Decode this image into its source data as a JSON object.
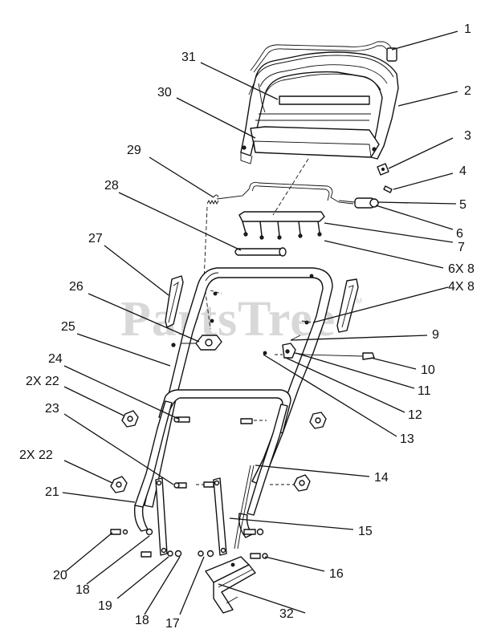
{
  "watermark": {
    "text": "PartsTree",
    "trademark": "TM"
  },
  "callouts": [
    {
      "id": "c1",
      "label": "1"
    },
    {
      "id": "c2",
      "label": "2"
    },
    {
      "id": "c3",
      "label": "3"
    },
    {
      "id": "c4",
      "label": "4"
    },
    {
      "id": "c5",
      "label": "5"
    },
    {
      "id": "c6",
      "label": "6"
    },
    {
      "id": "c7",
      "label": "7"
    },
    {
      "id": "c6x8",
      "label": "6X 8"
    },
    {
      "id": "c4x8",
      "label": "4X 8"
    },
    {
      "id": "c9",
      "label": "9"
    },
    {
      "id": "c10",
      "label": "10"
    },
    {
      "id": "c11",
      "label": "11"
    },
    {
      "id": "c12",
      "label": "12"
    },
    {
      "id": "c13",
      "label": "13"
    },
    {
      "id": "c14",
      "label": "14"
    },
    {
      "id": "c15",
      "label": "15"
    },
    {
      "id": "c16",
      "label": "16"
    },
    {
      "id": "c17",
      "label": "17"
    },
    {
      "id": "c18b",
      "label": "18"
    },
    {
      "id": "c19",
      "label": "19"
    },
    {
      "id": "c18a",
      "label": "18"
    },
    {
      "id": "c20",
      "label": "20"
    },
    {
      "id": "c21",
      "label": "21"
    },
    {
      "id": "c2x22b",
      "label": "2X 22"
    },
    {
      "id": "c23",
      "label": "23"
    },
    {
      "id": "c2x22a",
      "label": "2X 22"
    },
    {
      "id": "c24",
      "label": "24"
    },
    {
      "id": "c25",
      "label": "25"
    },
    {
      "id": "c26",
      "label": "26"
    },
    {
      "id": "c27",
      "label": "27"
    },
    {
      "id": "c28",
      "label": "28"
    },
    {
      "id": "c29",
      "label": "29"
    },
    {
      "id": "c30",
      "label": "30"
    },
    {
      "id": "c31",
      "label": "31"
    },
    {
      "id": "c32",
      "label": "32"
    }
  ]
}
